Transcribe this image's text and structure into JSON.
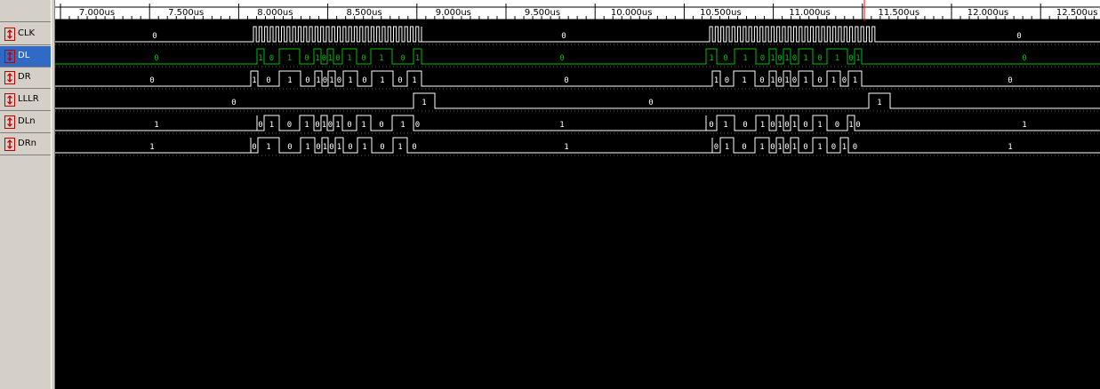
{
  "timeline": {
    "ticks": [
      "7.000us",
      "7.500us",
      "8.000us",
      "8.500us",
      "9.000us",
      "9.500us",
      "10.000us",
      "10.500us",
      "11.000us",
      "11.500us",
      "12.000us",
      "12.500us"
    ],
    "cursor_color": "#ff0000"
  },
  "signals": [
    {
      "name": "CLK",
      "selected": false,
      "color": "#ffffff"
    },
    {
      "name": "DL",
      "selected": true,
      "color": "#00c000"
    },
    {
      "name": "DR",
      "selected": false,
      "color": "#ffffff"
    },
    {
      "name": "LLLR",
      "selected": false,
      "color": "#ffffff"
    },
    {
      "name": "DLn",
      "selected": false,
      "color": "#ffffff"
    },
    {
      "name": "DRn",
      "selected": false,
      "color": "#ffffff"
    }
  ],
  "icons": {
    "signal": "signal-arrow-icon"
  },
  "colors": {
    "background": "#000000",
    "panel": "#d4d0c8",
    "selected": "#316ac5",
    "bus_default": "#ffffff",
    "selected_wave": "#00c000"
  },
  "waveforms": {
    "CLK": {
      "type": "clock",
      "bursts": [
        [
          285,
          474
        ],
        [
          798,
          986
        ]
      ],
      "labels": [
        [
          "0",
          174
        ],
        [
          "0",
          634
        ],
        [
          "0",
          1146
        ]
      ]
    },
    "DL": {
      "segments": [
        [
          "1",
          289,
          297
        ],
        [
          "0",
          297,
          314
        ],
        [
          "1",
          314,
          337
        ],
        [
          "0",
          337,
          353
        ],
        [
          "1",
          353,
          361
        ],
        [
          "0",
          361,
          368
        ],
        [
          "1",
          368,
          375
        ],
        [
          "0",
          375,
          385
        ],
        [
          "1",
          385,
          401
        ],
        [
          "0",
          401,
          417
        ],
        [
          "1",
          417,
          441
        ],
        [
          "0",
          441,
          465
        ],
        [
          "1",
          465,
          474
        ],
        [
          "1",
          794,
          806
        ],
        [
          "0",
          806,
          826
        ],
        [
          "1",
          826,
          850
        ],
        [
          "0",
          850,
          865
        ],
        [
          "1",
          865,
          873
        ],
        [
          "0",
          873,
          881
        ],
        [
          "1",
          881,
          889
        ],
        [
          "0",
          889,
          898
        ],
        [
          "1",
          898,
          914
        ],
        [
          "0",
          914,
          930
        ],
        [
          "1",
          930,
          953
        ],
        [
          "0",
          953,
          961
        ],
        [
          "1",
          961,
          969
        ]
      ],
      "labels": [
        [
          "0",
          176
        ],
        [
          "0",
          632
        ],
        [
          "0",
          1152
        ]
      ]
    },
    "DR": {
      "segments": [
        [
          "1",
          282,
          290
        ],
        [
          "0",
          290,
          314
        ],
        [
          "1",
          314,
          338
        ],
        [
          "0",
          338,
          354
        ],
        [
          "1",
          354,
          362
        ],
        [
          "0",
          362,
          369
        ],
        [
          "1",
          369,
          377
        ],
        [
          "0",
          377,
          386
        ],
        [
          "1",
          386,
          402
        ],
        [
          "0",
          402,
          418
        ],
        [
          "1",
          418,
          442
        ],
        [
          "0",
          442,
          458
        ],
        [
          "1",
          458,
          474
        ],
        [
          "1",
          801,
          810
        ],
        [
          "0",
          810,
          825
        ],
        [
          "1",
          825,
          849
        ],
        [
          "0",
          849,
          865
        ],
        [
          "1",
          865,
          873
        ],
        [
          "0",
          873,
          881
        ],
        [
          "1",
          881,
          889
        ],
        [
          "0",
          889,
          898
        ],
        [
          "1",
          898,
          914
        ],
        [
          "0",
          914,
          930
        ],
        [
          "1",
          930,
          945
        ],
        [
          "0",
          945,
          954
        ],
        [
          "1",
          954,
          969
        ]
      ],
      "labels": [
        [
          "0",
          171
        ],
        [
          "0",
          637
        ],
        [
          "0",
          1136
        ]
      ]
    },
    "LLLR": {
      "segments": [
        [
          "1",
          465,
          489
        ],
        [
          "1",
          977,
          1001
        ]
      ],
      "labels": [
        [
          "0",
          263
        ],
        [
          "0",
          732
        ]
      ]
    },
    "DLn": {
      "segments": [
        [
          "0",
          289,
          297
        ],
        [
          "1",
          297,
          314
        ],
        [
          "0",
          314,
          337
        ],
        [
          "1",
          337,
          353
        ],
        [
          "0",
          353,
          361
        ],
        [
          "1",
          361,
          368
        ],
        [
          "0",
          368,
          375
        ],
        [
          "1",
          375,
          385
        ],
        [
          "0",
          385,
          401
        ],
        [
          "1",
          401,
          417
        ],
        [
          "0",
          417,
          441
        ],
        [
          "1",
          441,
          465
        ],
        [
          "0",
          465,
          474
        ],
        [
          "0",
          794,
          806
        ],
        [
          "1",
          806,
          826
        ],
        [
          "0",
          826,
          850
        ],
        [
          "1",
          850,
          865
        ],
        [
          "0",
          865,
          873
        ],
        [
          "1",
          873,
          881
        ],
        [
          "0",
          881,
          889
        ],
        [
          "1",
          889,
          898
        ],
        [
          "0",
          898,
          914
        ],
        [
          "1",
          914,
          930
        ],
        [
          "0",
          930,
          953
        ],
        [
          "1",
          953,
          961
        ],
        [
          "0",
          961,
          969
        ]
      ],
      "labels": [
        [
          "1",
          176
        ],
        [
          "1",
          632
        ],
        [
          "1",
          1152
        ]
      ]
    },
    "DRn": {
      "segments": [
        [
          "0",
          282,
          290
        ],
        [
          "1",
          290,
          314
        ],
        [
          "0",
          314,
          338
        ],
        [
          "1",
          338,
          354
        ],
        [
          "0",
          354,
          362
        ],
        [
          "1",
          362,
          369
        ],
        [
          "0",
          369,
          377
        ],
        [
          "1",
          377,
          386
        ],
        [
          "0",
          386,
          402
        ],
        [
          "1",
          402,
          418
        ],
        [
          "0",
          418,
          442
        ],
        [
          "1",
          442,
          458
        ],
        [
          "0",
          458,
          474
        ],
        [
          "0",
          801,
          810
        ],
        [
          "1",
          810,
          825
        ],
        [
          "0",
          825,
          849
        ],
        [
          "1",
          849,
          865
        ],
        [
          "0",
          865,
          873
        ],
        [
          "1",
          873,
          881
        ],
        [
          "0",
          881,
          889
        ],
        [
          "1",
          889,
          898
        ],
        [
          "0",
          898,
          914
        ],
        [
          "1",
          914,
          930
        ],
        [
          "0",
          930,
          945
        ],
        [
          "1",
          945,
          954
        ],
        [
          "0",
          954,
          969
        ]
      ],
      "labels": [
        [
          "1",
          171
        ],
        [
          "1",
          637
        ],
        [
          "1",
          1136
        ]
      ]
    }
  }
}
